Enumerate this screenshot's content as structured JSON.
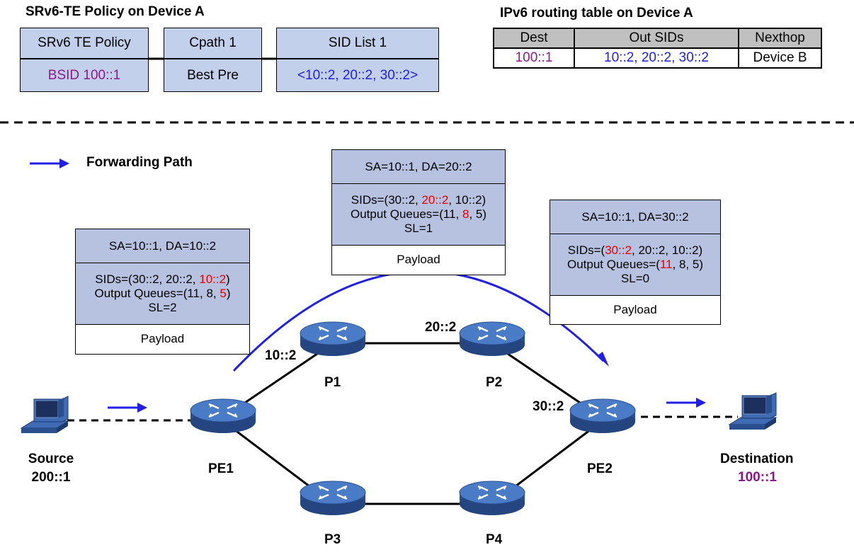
{
  "policy": {
    "title": "SRv6-TE Policy on Device A",
    "policy_header": "SRv6 TE Policy",
    "bsid": "BSID 100::1",
    "cpath_header": "Cpath 1",
    "cpath_pref": "Best Pre",
    "sidlist_header": "SID List 1",
    "sidlist_value": "<10::2, 20::2, 30::2>"
  },
  "routing_table": {
    "title": "IPv6 routing table on Device A",
    "columns": [
      "Dest",
      "Out SIDs",
      "Nexthop"
    ],
    "rows": [
      [
        "100::1",
        "10::2, 20::2, 30::2",
        "Device B"
      ]
    ]
  },
  "legend": {
    "label": "Forwarding Path"
  },
  "packets": [
    {
      "header": "SA=10::1, DA=10::2",
      "sids_prefix": "SIDs=(30::2, 20::2, ",
      "sids_active": "10::2",
      "sids_suffix": ")",
      "q_prefix": "Output Queues=(11, 8, ",
      "q_active": "5",
      "q_suffix": ")",
      "sl": "SL=2",
      "payload": "Payload"
    },
    {
      "header": "SA=10::1, DA=20::2",
      "sids_prefix": "SIDs=(30::2, ",
      "sids_active": "20::2",
      "sids_suffix": ", 10::2)",
      "q_prefix": "Output Queues=(11, ",
      "q_active": "8",
      "q_suffix": ", 5)",
      "sl": "SL=1",
      "payload": "Payload"
    },
    {
      "header": "SA=10::1, DA=30::2",
      "sids_prefix": "SIDs=(",
      "sids_active": "30::2",
      "sids_suffix": ", 20::2, 10::2)",
      "q_prefix": "Output Queues=(",
      "q_active": "11",
      "q_suffix": ", 8, 5)",
      "sl": "SL=0",
      "payload": "Payload"
    }
  ],
  "nodes": {
    "source_name": "Source",
    "source_addr": "200::1",
    "dest_name": "Destination",
    "dest_addr": "100::1",
    "pe1": "PE1",
    "pe2": "PE2",
    "p1": "P1",
    "p2": "P2",
    "p3": "P3",
    "p4": "P4"
  },
  "interfaces": {
    "p1_if": "10::2",
    "p2_if": "20::2",
    "pe2_if": "30::2"
  },
  "colors": {
    "cell_fill": "#c3d0eb",
    "router_blue": "#3f6bb4",
    "path_blue": "#1f1fe6",
    "active_red": "#e60000",
    "dest_purple": "#8a1a8a"
  },
  "icons": [
    "router-icon",
    "computer-icon",
    "arrow-icon"
  ]
}
